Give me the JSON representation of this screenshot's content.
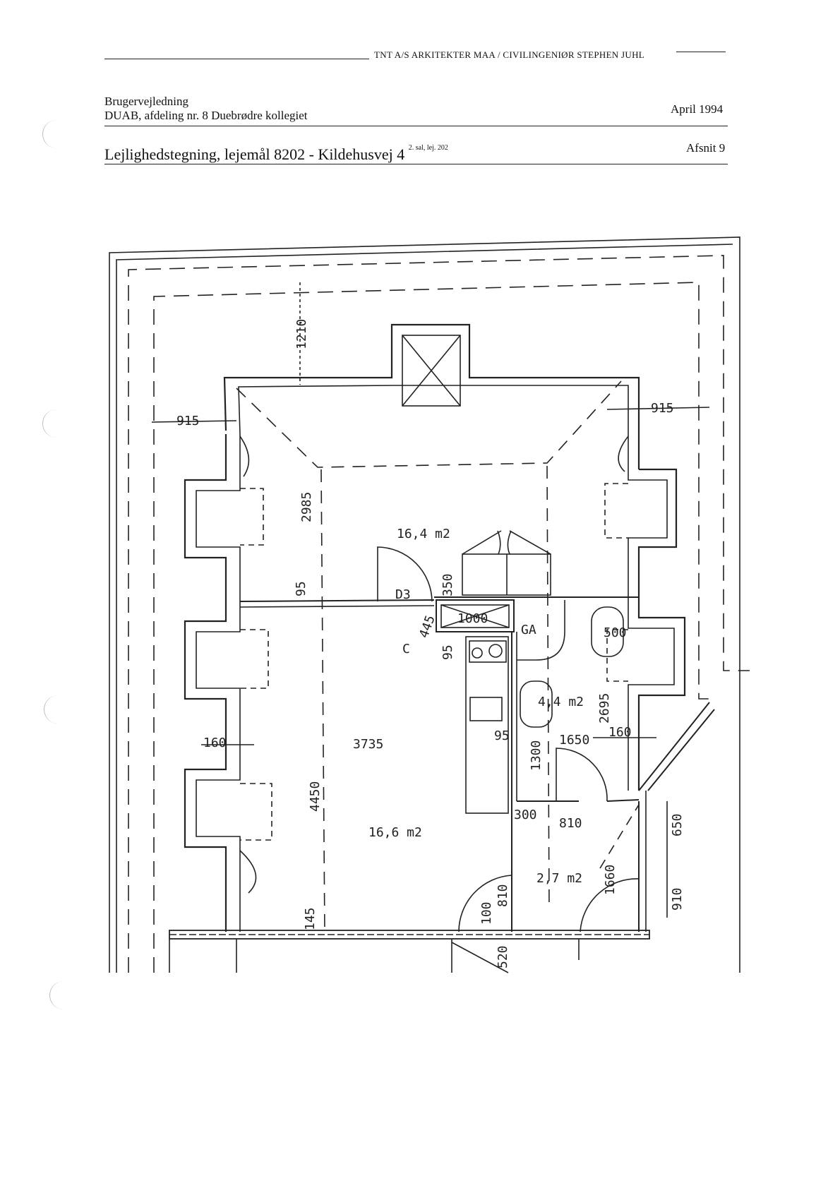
{
  "header": {
    "firm": "TNT A/S ARKITEKTER MAA  /  CIVILINGENIØR STEPHEN JUHL",
    "doc_type": "Brugervejledning",
    "organization": "DUAB, afdeling nr. 8  Duebrødre kollegiet",
    "date": "April 1994",
    "title": "Lejlighedstegning, lejemål 8202 -  Kildehusvej 4",
    "title_sup": "2. sal, lej. 202",
    "section": "Afsnit 9"
  },
  "plan": {
    "rooms": {
      "upper_room_area": "16,4 m2",
      "lower_room_area": "16,6 m2",
      "bath_area": "4,4 m2",
      "hall_area": "2,7 m2"
    },
    "labels": {
      "door_type": "D3",
      "kitchen_marker": "C",
      "ga": "GA"
    },
    "dimensions": {
      "d1210": "1210",
      "d915_left": "915",
      "d915_right": "915",
      "d2985": "2985",
      "d350": "350",
      "d1000": "1000",
      "d445": "445",
      "d95_a": "95",
      "d95_b": "95",
      "d95_c": "95",
      "d500": "500",
      "d2695": "2695",
      "d1300": "1300",
      "d1650": "1650",
      "d160_left": "160",
      "d160_right": "160",
      "d3735": "3735",
      "d4450": "4450",
      "d300": "300",
      "d810_a": "810",
      "d810_b": "810",
      "d650": "650",
      "d1660": "1660",
      "d910": "910",
      "d100": "100",
      "d145": "145",
      "d520": "520"
    }
  }
}
